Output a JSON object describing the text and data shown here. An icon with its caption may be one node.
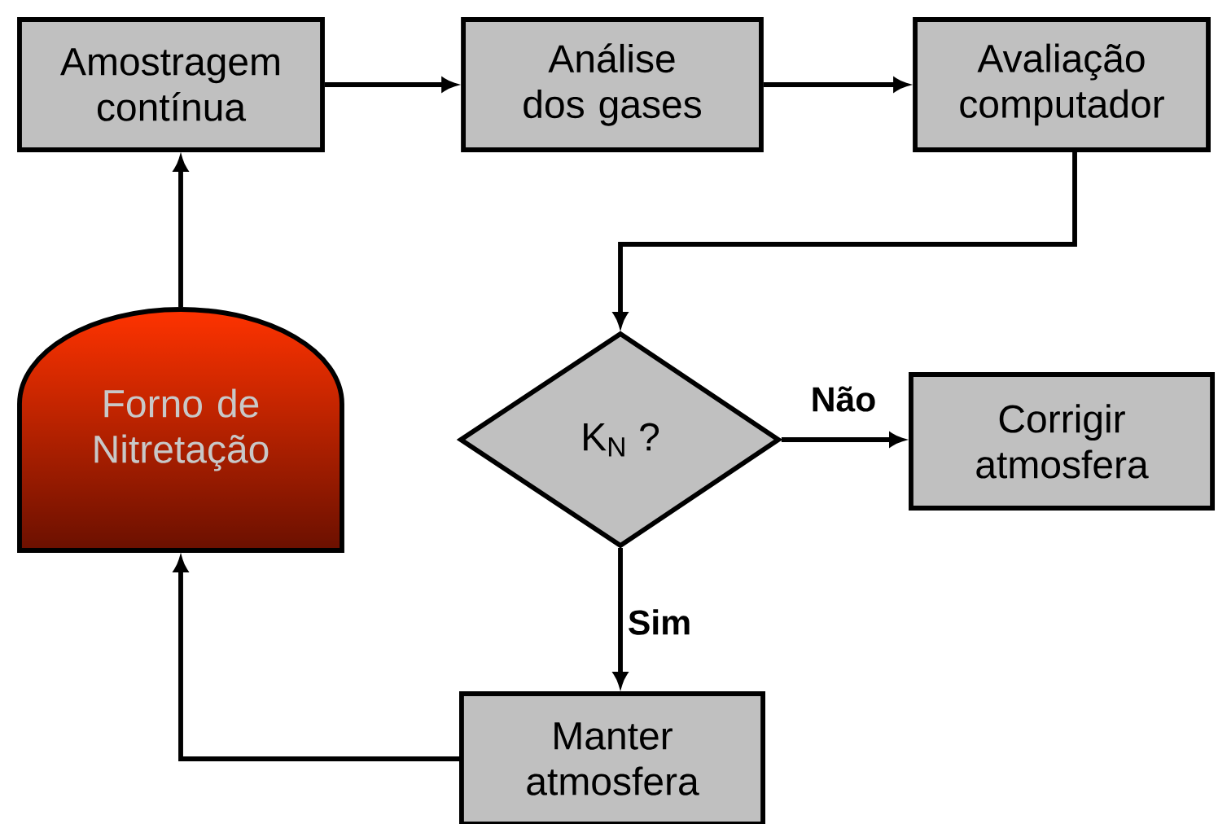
{
  "diagram": {
    "nodes": [
      {
        "text": [
          "Amostragem contínua"
        ]
      },
      {
        "text": [
          "Análise dos gases"
        ]
      },
      {
        "text": [
          "Avaliação computador"
        ]
      },
      {
        "text": [
          "Forno de Nitretação"
        ]
      },
      {
        "text": [
          "K$_{N}$ ?"
        ]
      },
      {
        "text": [
          "Corrigir atmosfera"
        ]
      },
      {
        "text": [
          "Manter atmosfera"
        ]
      }
    ],
    "edges": [
      {
        "from": 0,
        "to": 1,
        "arrow": "to"
      },
      {
        "from": 1,
        "to": 2,
        "arrow": "to"
      },
      {
        "from": 2,
        "to": 4,
        "arrow": "to"
      },
      {
        "from": 4,
        "to": 5,
        "arrow": "to",
        "label": "Não"
      },
      {
        "from": 4,
        "to": 6,
        "arrow": "to",
        "label": "Sim"
      },
      {
        "from": 6,
        "to": 3,
        "arrow": "to"
      },
      {
        "from": 3,
        "to": 0,
        "arrow": "to"
      }
    ]
  }
}
